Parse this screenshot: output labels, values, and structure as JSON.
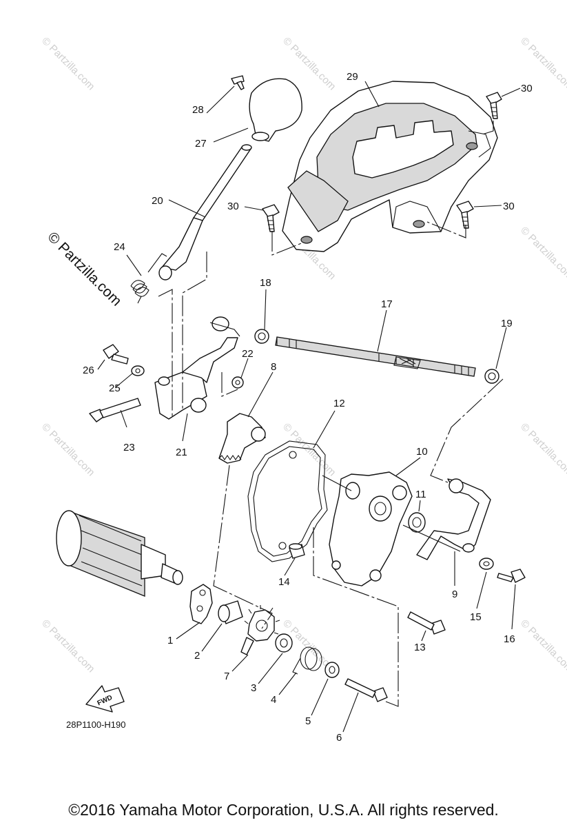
{
  "watermark": {
    "small": "© Partzilla.com",
    "large": "© Partzilla.com"
  },
  "diagram_code": "28P1100-H190",
  "fwd_label": "FWD",
  "copyright": "©2016  Yamaha Motor Corporation, U.S.A. All rights reserved.",
  "callouts": {
    "c1": "1",
    "c2": "2",
    "c3": "3",
    "c4": "4",
    "c5": "5",
    "c6": "6",
    "c7": "7",
    "c8": "8",
    "c9": "9",
    "c10": "10",
    "c11": "11",
    "c12": "12",
    "c13": "13",
    "c14": "14",
    "c15": "15",
    "c16": "16",
    "c17": "17",
    "c18": "18",
    "c19": "19",
    "c20": "20",
    "c21": "21",
    "c22": "22",
    "c23": "23",
    "c24": "24",
    "c25": "25",
    "c26": "26",
    "c27": "27",
    "c28": "28",
    "c29": "29",
    "c30a": "30",
    "c30b": "30",
    "c30c": "30"
  }
}
